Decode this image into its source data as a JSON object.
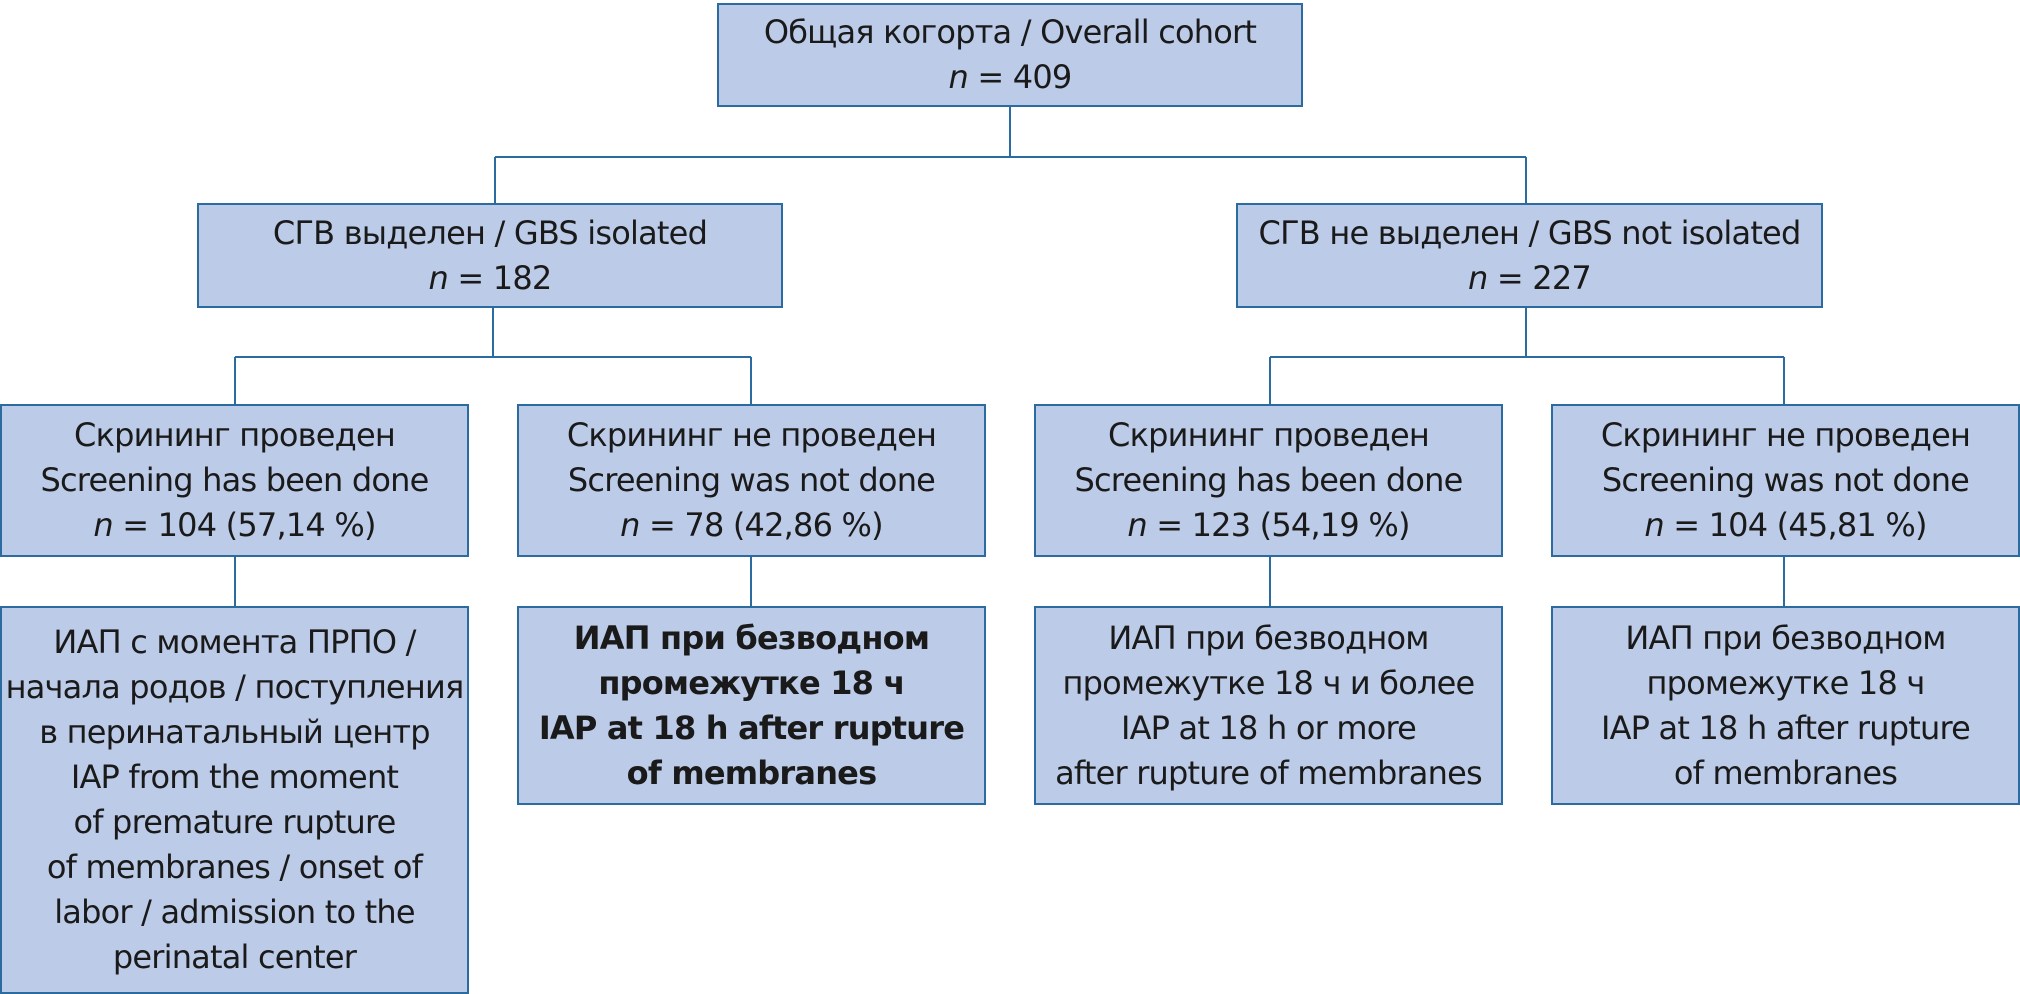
{
  "colors": {
    "box_fill": "#bccbe8",
    "box_border": "#2c6b9f",
    "connector": "#2c6b9f",
    "text": "#1a1a1a"
  },
  "root": {
    "lines": [
      "Общая когорта / Overall cohort"
    ],
    "n_label": "n",
    "n_value": " = 409"
  },
  "gbs_isolated": {
    "lines": [
      "СГВ выделен / GBS isolated"
    ],
    "n_label": "n",
    "n_value": " = 182"
  },
  "gbs_not_isolated": {
    "lines": [
      "СГВ не выделен / GBS not isolated"
    ],
    "n_label": "n",
    "n_value": " = 227"
  },
  "screening": [
    {
      "lines": [
        "Скрининг проведен",
        "Screening has been done"
      ],
      "n_label": "n",
      "n_value": " = 104 (57,14 %)"
    },
    {
      "lines": [
        "Скрининг не проведен",
        "Screening was not done"
      ],
      "n_label": "n",
      "n_value": " = 78 (42,86 %)"
    },
    {
      "lines": [
        "Скрининг проведен",
        "Screening has been done"
      ],
      "n_label": "n",
      "n_value": " = 123 (54,19 %)"
    },
    {
      "lines": [
        "Скрининг не проведен",
        "Screening was not done"
      ],
      "n_label": "n",
      "n_value": " = 104 (45,81 %)"
    }
  ],
  "iap": [
    {
      "bold": false,
      "lines": [
        "ИАП с момента ПРПО /",
        "начала родов / поступления",
        "в перинатальный центр",
        "IAP from the moment",
        "of premature rupture",
        "of membranes / onset of",
        "labor / admission to the",
        "perinatal center"
      ]
    },
    {
      "bold": true,
      "lines": [
        "ИАП при безводном",
        "промежутке 18 ч",
        "IAP at 18 h after rupture",
        "of membranes"
      ]
    },
    {
      "bold": false,
      "lines": [
        "ИАП при безводном",
        "промежутке 18 ч и более",
        "IAP at 18 h or more",
        "after rupture of membranes"
      ]
    },
    {
      "bold": false,
      "lines": [
        "ИАП при безводном",
        "промежутке 18 ч",
        "IAP at 18 h after rupture",
        "of membranes"
      ]
    }
  ]
}
